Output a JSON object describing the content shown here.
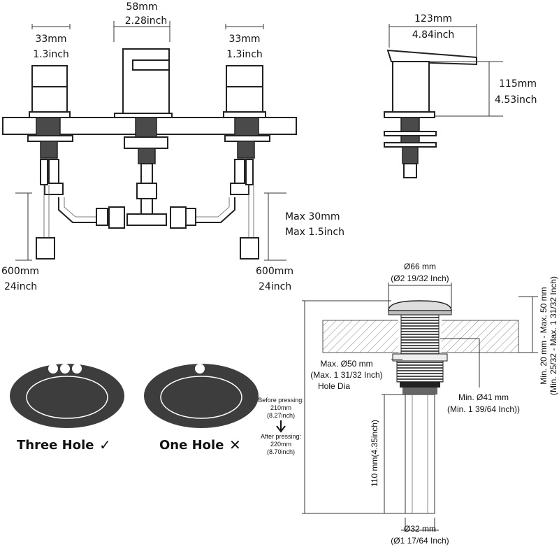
{
  "faucet_front": {
    "spout_width": {
      "mm": "58mm",
      "inch": "2.28inch"
    },
    "left_handle": {
      "mm": "33mm",
      "inch": "1.3inch"
    },
    "right_handle": {
      "mm": "33mm",
      "inch": "1.3inch"
    },
    "left_hose": {
      "mm": "600mm",
      "inch": "24inch"
    },
    "right_hose": {
      "mm": "600mm",
      "inch": "24inch"
    },
    "max_thickness": {
      "mm": "Max 30mm",
      "inch": "Max 1.5inch"
    }
  },
  "faucet_side": {
    "spout_length": {
      "mm": "123mm",
      "inch": "4.84inch"
    },
    "height": {
      "mm": "115mm",
      "inch": "4.53inch"
    }
  },
  "sinks": {
    "three_hole": {
      "label": "Three Hole",
      "mark": "✓"
    },
    "one_hole": {
      "label": "One Hole",
      "mark": "✕"
    }
  },
  "drain": {
    "cap_diameter": {
      "mm": "Ø66 mm",
      "inch": "(Ø2 19/32 Inch)"
    },
    "thickness": {
      "mm": "Min. 20 mm - Max. 50 mm",
      "inch": "(Min. 25/32 - Max. 1 31/32 Inch)"
    },
    "hole_dia": {
      "mm": "Max. Ø50 mm",
      "inch": "(Max. 1 31/32 Inch)",
      "label": "Hole Dia"
    },
    "thread_dia": {
      "mm": "Min. Ø41  mm",
      "inch": "(Min. 1 39/64 Inch))"
    },
    "pressing": {
      "before_label": "Before pressing:",
      "before_mm": "210mm",
      "before_inch": "(8.27inch)",
      "after_label": "After pressing:",
      "after_mm": "220mm",
      "after_inch": "(8.70inch)"
    },
    "tail_length": "110 mm(4.35inch)",
    "tail_diameter": {
      "mm": "Ø32 mm",
      "inch": "(Ø1 17/64 Inch)"
    }
  }
}
